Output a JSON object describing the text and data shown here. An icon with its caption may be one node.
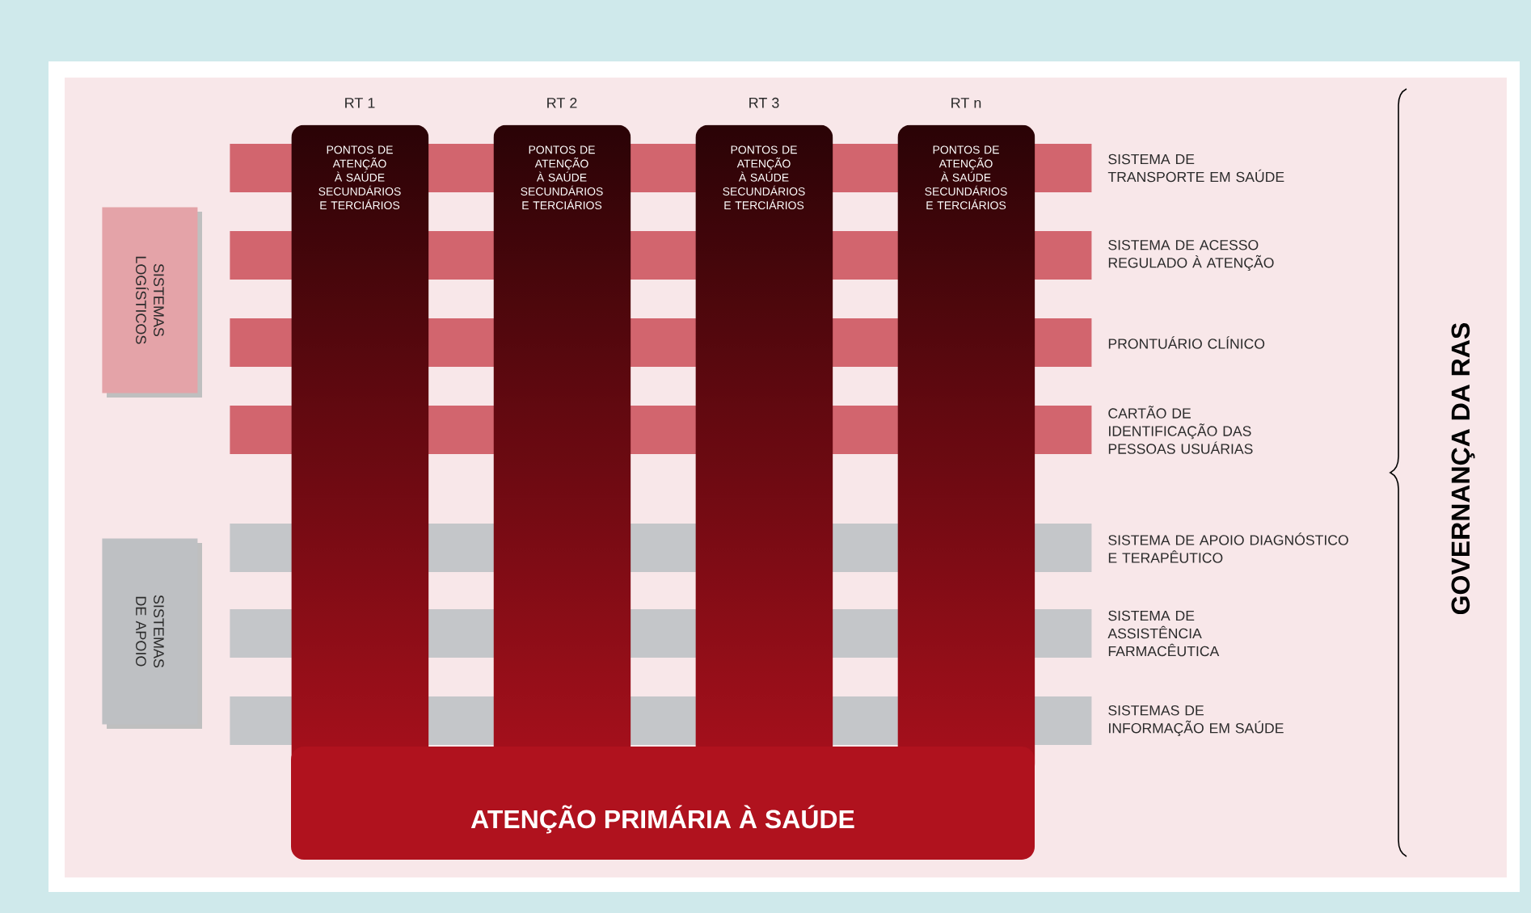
{
  "diagram": {
    "nodes": [
      {
        "text": [
          "RT 1",
          "PONTOS DE ATENÇÃO À SAÚDE SECUNDÁRIOS E TERCIÁRIOS"
        ]
      },
      {
        "text": [
          "RT 2",
          "PONTOS DE ATENÇÃO À SAÚDE SECUNDÁRIOS E TERCIÁRIOS"
        ]
      },
      {
        "text": [
          "RT 3",
          "PONTOS DE ATENÇÃO À SAÚDE SECUNDÁRIOS E TERCIÁRIOS"
        ]
      },
      {
        "text": [
          "RT n",
          "PONTOS DE ATENÇÃO À SAÚDE SECUNDÁRIOS E TERCIÁRIOS"
        ]
      },
      {
        "text": [
          "SISTEMAS LOGÍSTICOS"
        ]
      },
      {
        "text": [
          "SISTEMAS DE APOIO"
        ]
      },
      {
        "text": [
          "ATENÇÃO PRIMÁRIA À SAÚDE"
        ]
      },
      {
        "text": [],
        "shape": "bar",
        "beside": [
          "SISTEMA DE TRANSPORTE EM SAÚDE"
        ]
      },
      {
        "text": [],
        "shape": "bar",
        "beside": [
          "SISTEMA DE ACESSO REGULADO À ATENÇÃO"
        ]
      },
      {
        "text": [],
        "shape": "bar",
        "beside": [
          "PRONTUÁRIO CLÍNICO"
        ]
      },
      {
        "text": [],
        "shape": "bar",
        "beside": [
          "CARTÃO DE IDENTIFICAÇÃO DAS PESSOAS USUÁRIAS"
        ]
      },
      {
        "text": [],
        "shape": "bar",
        "beside": [
          "SISTEMA DE APOIO DIAGNÓSTICO E TERAPÊUTICO"
        ]
      },
      {
        "text": [],
        "shape": "bar",
        "beside": [
          "SISTEMA DE ASSISTÊNCIA FARMACÊUTICA"
        ]
      },
      {
        "text": [],
        "shape": "bar",
        "beside": [
          "SISTEMAS DE INFORMAÇÃO EM SAÚDE"
        ]
      }
    ],
    "edges": [],
    "labels": [
      "GOVERNANÇA DA RAS"
    ]
  }
}
